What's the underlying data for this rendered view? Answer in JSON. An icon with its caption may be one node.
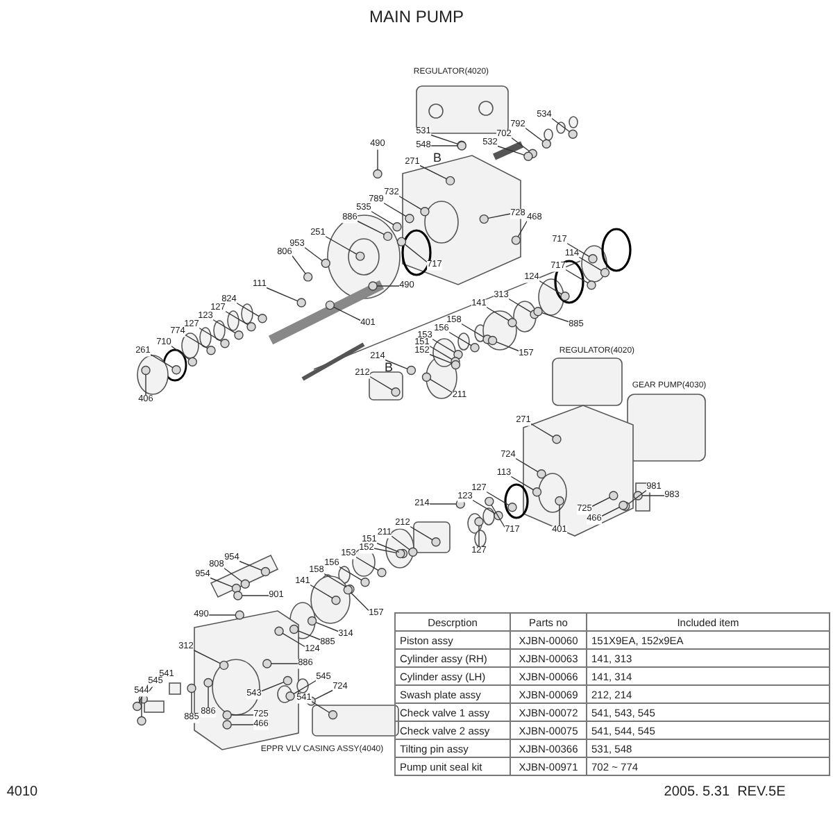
{
  "diagram": {
    "title": "MAIN PUMP",
    "nodes": [
      {
        "text": [
          "490"
        ]
      },
      {
        "text": [
          "531"
        ]
      },
      {
        "text": [
          "548"
        ]
      },
      {
        "text": [
          "534"
        ]
      },
      {
        "text": [
          "792"
        ]
      },
      {
        "text": [
          "702"
        ]
      },
      {
        "text": [
          "532"
        ]
      },
      {
        "text": [
          "271"
        ]
      },
      {
        "text": [
          "732"
        ]
      },
      {
        "text": [
          "789"
        ]
      },
      {
        "text": [
          "535"
        ]
      },
      {
        "text": [
          "886"
        ]
      },
      {
        "text": [
          "728"
        ]
      },
      {
        "text": [
          "468"
        ]
      },
      {
        "text": [
          "251"
        ]
      },
      {
        "text": [
          "953"
        ]
      },
      {
        "text": [
          "806"
        ]
      },
      {
        "text": [
          "717"
        ]
      },
      {
        "text": [
          "490"
        ]
      },
      {
        "text": [
          "111"
        ]
      },
      {
        "text": [
          "824"
        ]
      },
      {
        "text": [
          "127"
        ]
      },
      {
        "text": [
          "123"
        ]
      },
      {
        "text": [
          "127"
        ]
      },
      {
        "text": [
          "774"
        ]
      },
      {
        "text": [
          "710"
        ]
      },
      {
        "text": [
          "261"
        ]
      },
      {
        "text": [
          "406"
        ]
      },
      {
        "text": [
          "401"
        ]
      },
      {
        "text": [
          "717"
        ]
      },
      {
        "text": [
          "114"
        ]
      },
      {
        "text": [
          "717"
        ]
      },
      {
        "text": [
          "124"
        ]
      },
      {
        "text": [
          "313"
        ]
      },
      {
        "text": [
          "141"
        ]
      },
      {
        "text": [
          "885"
        ]
      },
      {
        "text": [
          "158"
        ]
      },
      {
        "text": [
          "156"
        ]
      },
      {
        "text": [
          "153"
        ]
      },
      {
        "text": [
          "151"
        ]
      },
      {
        "text": [
          "152"
        ]
      },
      {
        "text": [
          "214"
        ]
      },
      {
        "text": [
          "157"
        ]
      },
      {
        "text": [
          "212"
        ]
      },
      {
        "text": [
          "211"
        ]
      },
      {
        "text": [
          "271"
        ]
      },
      {
        "text": [
          "724"
        ]
      },
      {
        "text": [
          "113"
        ]
      },
      {
        "text": [
          "127"
        ]
      },
      {
        "text": [
          "123"
        ]
      },
      {
        "text": [
          "981"
        ]
      },
      {
        "text": [
          "983"
        ]
      },
      {
        "text": [
          "725"
        ]
      },
      {
        "text": [
          "466"
        ]
      },
      {
        "text": [
          "214"
        ]
      },
      {
        "text": [
          "212"
        ]
      },
      {
        "text": [
          "717"
        ]
      },
      {
        "text": [
          "401"
        ]
      },
      {
        "text": [
          "211"
        ]
      },
      {
        "text": [
          "151"
        ]
      },
      {
        "text": [
          "152"
        ]
      },
      {
        "text": [
          "127"
        ]
      },
      {
        "text": [
          "153"
        ]
      },
      {
        "text": [
          "156"
        ]
      },
      {
        "text": [
          "954"
        ]
      },
      {
        "text": [
          "158"
        ]
      },
      {
        "text": [
          "808"
        ]
      },
      {
        "text": [
          "954"
        ]
      },
      {
        "text": [
          "141"
        ]
      },
      {
        "text": [
          "901"
        ]
      },
      {
        "text": [
          "157"
        ]
      },
      {
        "text": [
          "490"
        ]
      },
      {
        "text": [
          "314"
        ]
      },
      {
        "text": [
          "885"
        ]
      },
      {
        "text": [
          "312"
        ]
      },
      {
        "text": [
          "124"
        ]
      },
      {
        "text": [
          "886"
        ]
      },
      {
        "text": [
          "541"
        ]
      },
      {
        "text": [
          "545"
        ]
      },
      {
        "text": [
          "545"
        ]
      },
      {
        "text": [
          "544"
        ]
      },
      {
        "text": [
          "724"
        ]
      },
      {
        "text": [
          "543"
        ]
      },
      {
        "text": [
          "541"
        ]
      },
      {
        "text": [
          "886"
        ]
      },
      {
        "text": [
          "885"
        ]
      },
      {
        "text": [
          "725"
        ]
      },
      {
        "text": [
          "466"
        ]
      },
      {
        "text": [],
        "shape": "circle"
      },
      {
        "text": [],
        "shape": "circle"
      },
      {
        "text": [],
        "shape": "circle"
      },
      {
        "text": [],
        "shape": "circle"
      },
      {
        "text": [],
        "shape": "circle"
      },
      {
        "text": [],
        "shape": "circle"
      },
      {
        "text": [],
        "shape": "circle"
      },
      {
        "text": [],
        "shape": "circle"
      },
      {
        "text": [],
        "shape": "circle"
      },
      {
        "text": [],
        "shape": "circle"
      },
      {
        "text": [],
        "shape": "circle"
      },
      {
        "text": [],
        "shape": "circle"
      },
      {
        "text": [],
        "shape": "circle"
      },
      {
        "text": [],
        "shape": "circle"
      },
      {
        "text": [],
        "shape": "circle"
      },
      {
        "text": [],
        "shape": "circle"
      },
      {
        "text": [],
        "shape": "circle"
      },
      {
        "text": [],
        "shape": "circle"
      },
      {
        "text": [],
        "shape": "circle"
      },
      {
        "text": [],
        "shape": "circle"
      },
      {
        "text": [],
        "shape": "circle"
      },
      {
        "text": [],
        "shape": "circle"
      },
      {
        "text": [],
        "shape": "circle"
      },
      {
        "text": [],
        "shape": "circle"
      },
      {
        "text": [],
        "shape": "circle"
      },
      {
        "text": [],
        "shape": "circle"
      },
      {
        "text": [],
        "shape": "circle"
      },
      {
        "text": [],
        "shape": "circle"
      },
      {
        "text": [],
        "shape": "circle"
      },
      {
        "text": [],
        "shape": "circle"
      },
      {
        "text": [],
        "shape": "circle"
      },
      {
        "text": [],
        "shape": "circle"
      },
      {
        "text": [],
        "shape": "circle"
      },
      {
        "text": [],
        "shape": "circle"
      },
      {
        "text": [],
        "shape": "circle"
      },
      {
        "text": [],
        "shape": "circle"
      },
      {
        "text": [],
        "shape": "circle"
      },
      {
        "text": [],
        "shape": "circle"
      },
      {
        "text": [],
        "shape": "circle"
      },
      {
        "text": [],
        "shape": "circle"
      },
      {
        "text": [],
        "shape": "circle"
      },
      {
        "text": [],
        "shape": "circle"
      },
      {
        "text": [],
        "shape": "circle"
      },
      {
        "text": [],
        "shape": "circle"
      },
      {
        "text": [],
        "shape": "circle"
      },
      {
        "text": [],
        "shape": "circle"
      },
      {
        "text": [],
        "shape": "circle"
      },
      {
        "text": [],
        "shape": "circle"
      },
      {
        "text": [],
        "shape": "circle"
      },
      {
        "text": [],
        "shape": "circle"
      },
      {
        "text": [],
        "shape": "circle"
      },
      {
        "text": [],
        "shape": "circle"
      },
      {
        "text": [],
        "shape": "circle"
      },
      {
        "text": [],
        "shape": "circle"
      },
      {
        "text": [],
        "shape": "circle"
      },
      {
        "text": [],
        "shape": "circle"
      },
      {
        "text": [],
        "shape": "circle"
      },
      {
        "text": [],
        "shape": "circle"
      },
      {
        "text": [],
        "shape": "circle"
      },
      {
        "text": [],
        "shape": "circle"
      },
      {
        "text": [],
        "shape": "circle"
      },
      {
        "text": [],
        "shape": "circle"
      },
      {
        "text": [],
        "shape": "circle"
      },
      {
        "text": [],
        "shape": "circle"
      },
      {
        "text": [],
        "shape": "circle"
      },
      {
        "text": [],
        "shape": "circle"
      },
      {
        "text": [],
        "shape": "circle"
      },
      {
        "text": [],
        "shape": "circle"
      },
      {
        "text": [],
        "shape": "circle"
      },
      {
        "text": [],
        "shape": "circle"
      },
      {
        "text": [],
        "shape": "circle"
      },
      {
        "text": [],
        "shape": "circle"
      },
      {
        "text": [],
        "shape": "circle"
      },
      {
        "text": [],
        "shape": "circle"
      },
      {
        "text": [],
        "shape": "circle"
      },
      {
        "text": [],
        "shape": "circle"
      },
      {
        "text": [],
        "shape": "circle"
      },
      {
        "text": [],
        "shape": "circle"
      },
      {
        "text": [],
        "shape": "circle"
      },
      {
        "text": [],
        "shape": "circle"
      },
      {
        "text": [],
        "shape": "circle"
      },
      {
        "text": [],
        "shape": "circle"
      },
      {
        "text": [],
        "shape": "circle"
      },
      {
        "text": [],
        "shape": "circle"
      },
      {
        "text": [],
        "shape": "circle"
      },
      {
        "text": [],
        "shape": "circle"
      },
      {
        "text": [],
        "shape": "circle"
      },
      {
        "text": [],
        "shape": "circle"
      }
    ],
    "edges": [
      {
        "from": 0,
        "to": 88,
        "arrow": "none"
      },
      {
        "from": 1,
        "to": 89,
        "arrow": "none"
      },
      {
        "from": 2,
        "to": 90,
        "arrow": "none"
      },
      {
        "from": 3,
        "to": 91,
        "arrow": "none"
      },
      {
        "from": 4,
        "to": 92,
        "arrow": "none"
      },
      {
        "from": 5,
        "to": 93,
        "arrow": "none"
      },
      {
        "from": 6,
        "to": 94,
        "arrow": "none"
      },
      {
        "from": 7,
        "to": 95,
        "arrow": "none"
      },
      {
        "from": 8,
        "to": 96,
        "arrow": "none"
      },
      {
        "from": 9,
        "to": 97,
        "arrow": "none"
      },
      {
        "from": 10,
        "to": 98,
        "arrow": "none"
      },
      {
        "from": 11,
        "to": 99,
        "arrow": "none"
      },
      {
        "from": 12,
        "to": 100,
        "arrow": "none"
      },
      {
        "from": 13,
        "to": 101,
        "arrow": "none"
      },
      {
        "from": 14,
        "to": 102,
        "arrow": "none"
      },
      {
        "from": 15,
        "to": 103,
        "arrow": "none"
      },
      {
        "from": 16,
        "to": 104,
        "arrow": "none"
      },
      {
        "from": 17,
        "to": 105,
        "arrow": "none"
      },
      {
        "from": 18,
        "to": 106,
        "arrow": "none"
      },
      {
        "from": 19,
        "to": 107,
        "arrow": "none"
      },
      {
        "from": 20,
        "to": 108,
        "arrow": "none"
      },
      {
        "from": 21,
        "to": 109,
        "arrow": "none"
      },
      {
        "from": 22,
        "to": 110,
        "arrow": "none"
      },
      {
        "from": 23,
        "to": 111,
        "arrow": "none"
      },
      {
        "from": 24,
        "to": 112,
        "arrow": "none"
      },
      {
        "from": 25,
        "to": 113,
        "arrow": "none"
      },
      {
        "from": 26,
        "to": 114,
        "arrow": "none"
      },
      {
        "from": 27,
        "to": 115,
        "arrow": "none"
      },
      {
        "from": 28,
        "to": 116,
        "arrow": "none"
      },
      {
        "from": 29,
        "to": 117,
        "arrow": "none"
      },
      {
        "from": 30,
        "to": 118,
        "arrow": "none"
      },
      {
        "from": 31,
        "to": 119,
        "arrow": "none"
      },
      {
        "from": 32,
        "to": 120,
        "arrow": "none"
      },
      {
        "from": 33,
        "to": 121,
        "arrow": "none"
      },
      {
        "from": 34,
        "to": 122,
        "arrow": "none"
      },
      {
        "from": 35,
        "to": 123,
        "arrow": "none"
      },
      {
        "from": 36,
        "to": 124,
        "arrow": "none"
      },
      {
        "from": 37,
        "to": 125,
        "arrow": "none"
      },
      {
        "from": 38,
        "to": 126,
        "arrow": "none"
      },
      {
        "from": 39,
        "to": 127,
        "arrow": "none"
      },
      {
        "from": 40,
        "to": 128,
        "arrow": "none"
      },
      {
        "from": 41,
        "to": 129,
        "arrow": "none"
      },
      {
        "from": 42,
        "to": 130,
        "arrow": "none"
      },
      {
        "from": 43,
        "to": 131,
        "arrow": "none"
      },
      {
        "from": 44,
        "to": 132,
        "arrow": "none"
      },
      {
        "from": 45,
        "to": 133,
        "arrow": "none"
      },
      {
        "from": 46,
        "to": 134,
        "arrow": "none"
      },
      {
        "from": 47,
        "to": 135,
        "arrow": "none"
      },
      {
        "from": 48,
        "to": 136,
        "arrow": "none"
      },
      {
        "from": 49,
        "to": 137,
        "arrow": "none"
      },
      {
        "from": 50,
        "to": 138,
        "arrow": "none"
      },
      {
        "from": 51,
        "to": 139,
        "arrow": "none"
      },
      {
        "from": 52,
        "to": 140,
        "arrow": "none"
      },
      {
        "from": 53,
        "to": 141,
        "arrow": "none"
      },
      {
        "from": 54,
        "to": 142,
        "arrow": "none"
      },
      {
        "from": 55,
        "to": 143,
        "arrow": "none"
      },
      {
        "from": 56,
        "to": 144,
        "arrow": "none"
      },
      {
        "from": 57,
        "to": 145,
        "arrow": "none"
      },
      {
        "from": 58,
        "to": 146,
        "arrow": "none"
      },
      {
        "from": 59,
        "to": 147,
        "arrow": "none"
      },
      {
        "from": 60,
        "to": 148,
        "arrow": "none"
      },
      {
        "from": 61,
        "to": 149,
        "arrow": "none"
      },
      {
        "from": 62,
        "to": 150,
        "arrow": "none"
      },
      {
        "from": 63,
        "to": 151,
        "arrow": "none"
      },
      {
        "from": 64,
        "to": 152,
        "arrow": "none"
      },
      {
        "from": 65,
        "to": 153,
        "arrow": "none"
      },
      {
        "from": 66,
        "to": 154,
        "arrow": "none"
      },
      {
        "from": 67,
        "to": 155,
        "arrow": "none"
      },
      {
        "from": 68,
        "to": 156,
        "arrow": "none"
      },
      {
        "from": 69,
        "to": 157,
        "arrow": "none"
      },
      {
        "from": 70,
        "to": 158,
        "arrow": "none"
      },
      {
        "from": 71,
        "to": 159,
        "arrow": "none"
      },
      {
        "from": 72,
        "to": 160,
        "arrow": "none"
      },
      {
        "from": 73,
        "to": 161,
        "arrow": "none"
      },
      {
        "from": 74,
        "to": 162,
        "arrow": "none"
      },
      {
        "from": 75,
        "to": 163,
        "arrow": "none"
      },
      {
        "from": 76,
        "to": 164,
        "arrow": "none"
      },
      {
        "from": 77,
        "to": 165,
        "arrow": "none"
      },
      {
        "from": 78,
        "to": 166,
        "arrow": "none"
      },
      {
        "from": 79,
        "to": 167,
        "arrow": "none"
      },
      {
        "from": 80,
        "to": 168,
        "arrow": "none"
      },
      {
        "from": 81,
        "to": 169,
        "arrow": "none"
      },
      {
        "from": 82,
        "to": 170,
        "arrow": "none"
      },
      {
        "from": 83,
        "to": 171,
        "arrow": "none"
      },
      {
        "from": 84,
        "to": 172,
        "arrow": "none"
      },
      {
        "from": 85,
        "to": 173,
        "arrow": "none"
      },
      {
        "from": 86,
        "to": 174,
        "arrow": "none"
      },
      {
        "from": 87,
        "to": 175,
        "arrow": "none"
      }
    ],
    "labels": [
      "REGULATOR(4020)",
      "B",
      "B",
      "REGULATOR(4020)",
      "GEAR PUMP(4030)",
      "EPPR VLV CASING ASSY(4040)",
      "Descrption",
      "Parts no",
      "Included item",
      "Piston assy",
      "XJBN-00060",
      "151X9EA, 152x9EA",
      "Cylinder assy (RH)",
      "XJBN-00063",
      "141, 313",
      "Cylinder assy (LH)",
      "XJBN-00066",
      "141, 314",
      "Swash plate assy",
      "XJBN-00069",
      "212, 214",
      "Check valve 1 assy",
      "XJBN-00072",
      "541, 543, 545",
      "Check valve 2 assy",
      "XJBN-00075",
      "541, 544, 545",
      "Tilting pin assy",
      "XJBN-00366",
      "531, 548",
      "Pump unit seal kit",
      "XJBN-00971",
      "702 ~ 774",
      "4010",
      "2005. 5.31  REV.5E"
    ]
  }
}
